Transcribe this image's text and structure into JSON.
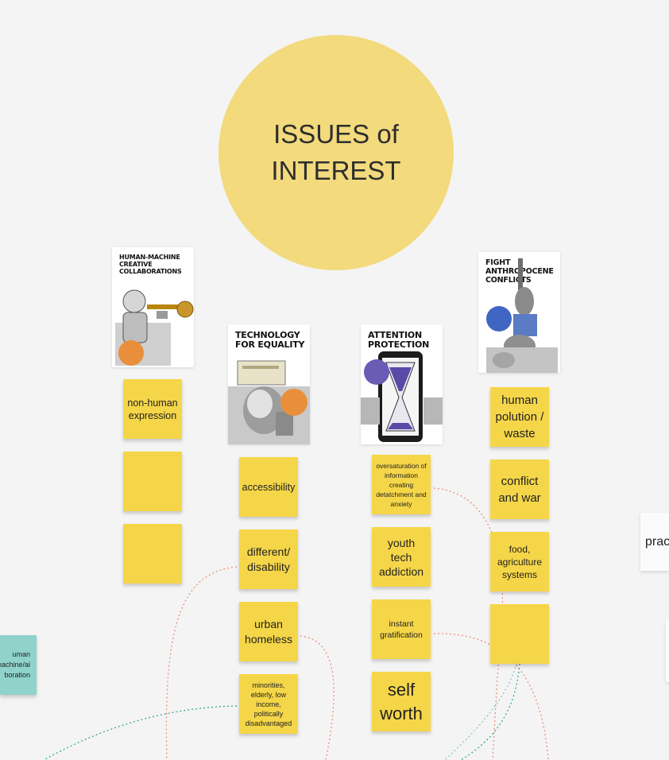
{
  "board": {
    "central_topic": {
      "line1": "ISSUES of",
      "line2": "INTEREST"
    },
    "posters": [
      {
        "title": "HUMAN-MACHINE\nCREATIVE\nCOLLABORATIONS",
        "badge_color": "#e98f3c"
      },
      {
        "title": "TECHNOLOGY\nFOR EQUALITY",
        "badge_color": "#e98f3c"
      },
      {
        "title": "ATTENTION\nPROTECTION",
        "badge_color": "#6a5bb5"
      },
      {
        "title": "FIGHT\nANTHROPOCENE\nCONFLICTS",
        "badge_color": "#3f66c2"
      }
    ],
    "columns": {
      "human_machine": [
        "non-human expression",
        "",
        ""
      ],
      "equality": [
        "accessibility",
        "different/ disability",
        "urban homeless",
        "minorities, elderly, low income, politically disadvantaged"
      ],
      "attention": [
        "oversaturation of information creating detatchment and anxiety",
        "youth tech addiction",
        "instant gratification",
        "self worth"
      ],
      "anthropocene": [
        "human polution / waste",
        "conflict and war",
        "food, agriculture systems",
        ""
      ]
    },
    "offscreen_left_note": "uman\nnachine/ai\nboration",
    "offscreen_right_note": "prac"
  },
  "colors": {
    "canvas": "#f4f4f4",
    "circle": "#f2da7d",
    "sticky_yellow": "#f5d648",
    "sticky_teal": "#8fd3cb",
    "connector_orange": "#e8907a",
    "connector_teal": "#3aa58f"
  }
}
